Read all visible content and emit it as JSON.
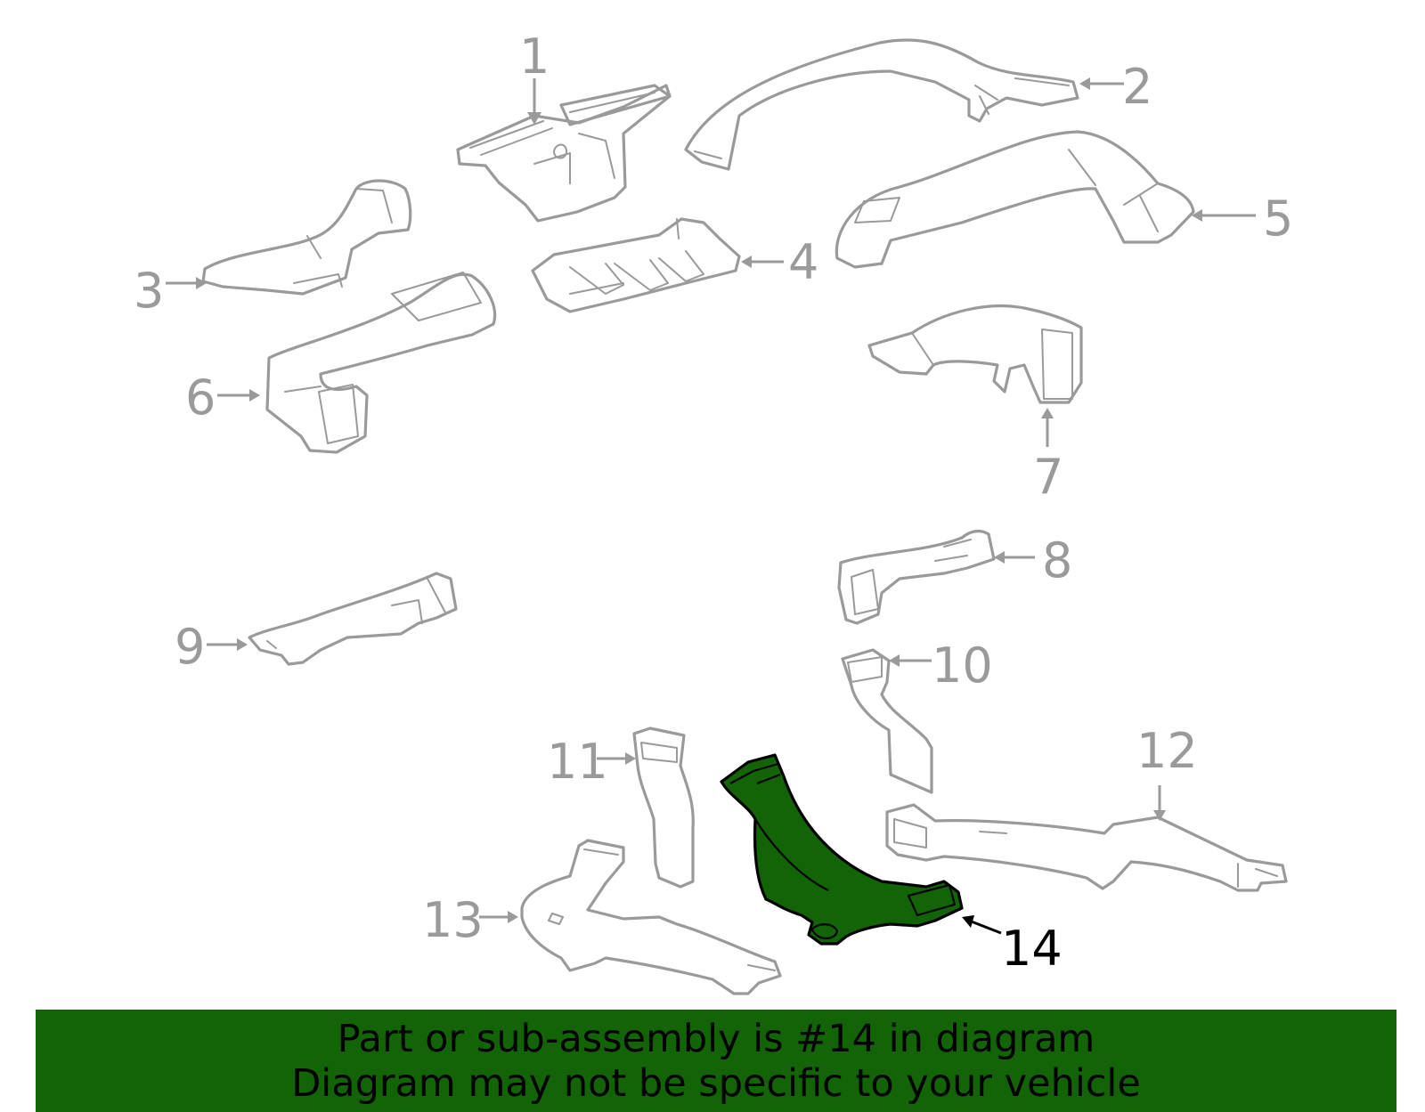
{
  "diagram": {
    "highlighted_part": "14",
    "callouts": [
      "1",
      "2",
      "3",
      "4",
      "5",
      "6",
      "7",
      "8",
      "9",
      "10",
      "11",
      "12",
      "13",
      "14"
    ]
  },
  "banner": {
    "line1": "Part or sub-assembly is #14 in diagram",
    "line2": "Diagram may not be specific to your vehicle",
    "background": "#136307"
  }
}
